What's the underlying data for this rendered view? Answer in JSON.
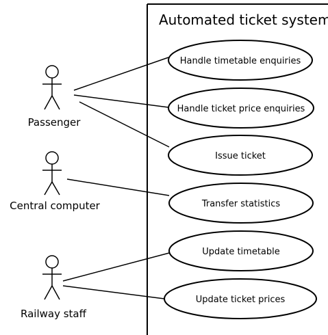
{
  "system": {
    "title": "Automated ticket system"
  },
  "actors": [
    {
      "id": "passenger",
      "label": "Passenger"
    },
    {
      "id": "central",
      "label": "Central computer"
    },
    {
      "id": "staff",
      "label": "Railway staff"
    }
  ],
  "use_cases": [
    {
      "id": "timetable-enquiries",
      "label": "Handle timetable enquiries"
    },
    {
      "id": "price-enquiries",
      "label": "Handle ticket price enquiries"
    },
    {
      "id": "issue-ticket",
      "label": "Issue ticket"
    },
    {
      "id": "transfer-statistics",
      "label": "Transfer statistics"
    },
    {
      "id": "update-timetable",
      "label": "Update timetable"
    },
    {
      "id": "update-prices",
      "label": "Update ticket prices"
    }
  ]
}
